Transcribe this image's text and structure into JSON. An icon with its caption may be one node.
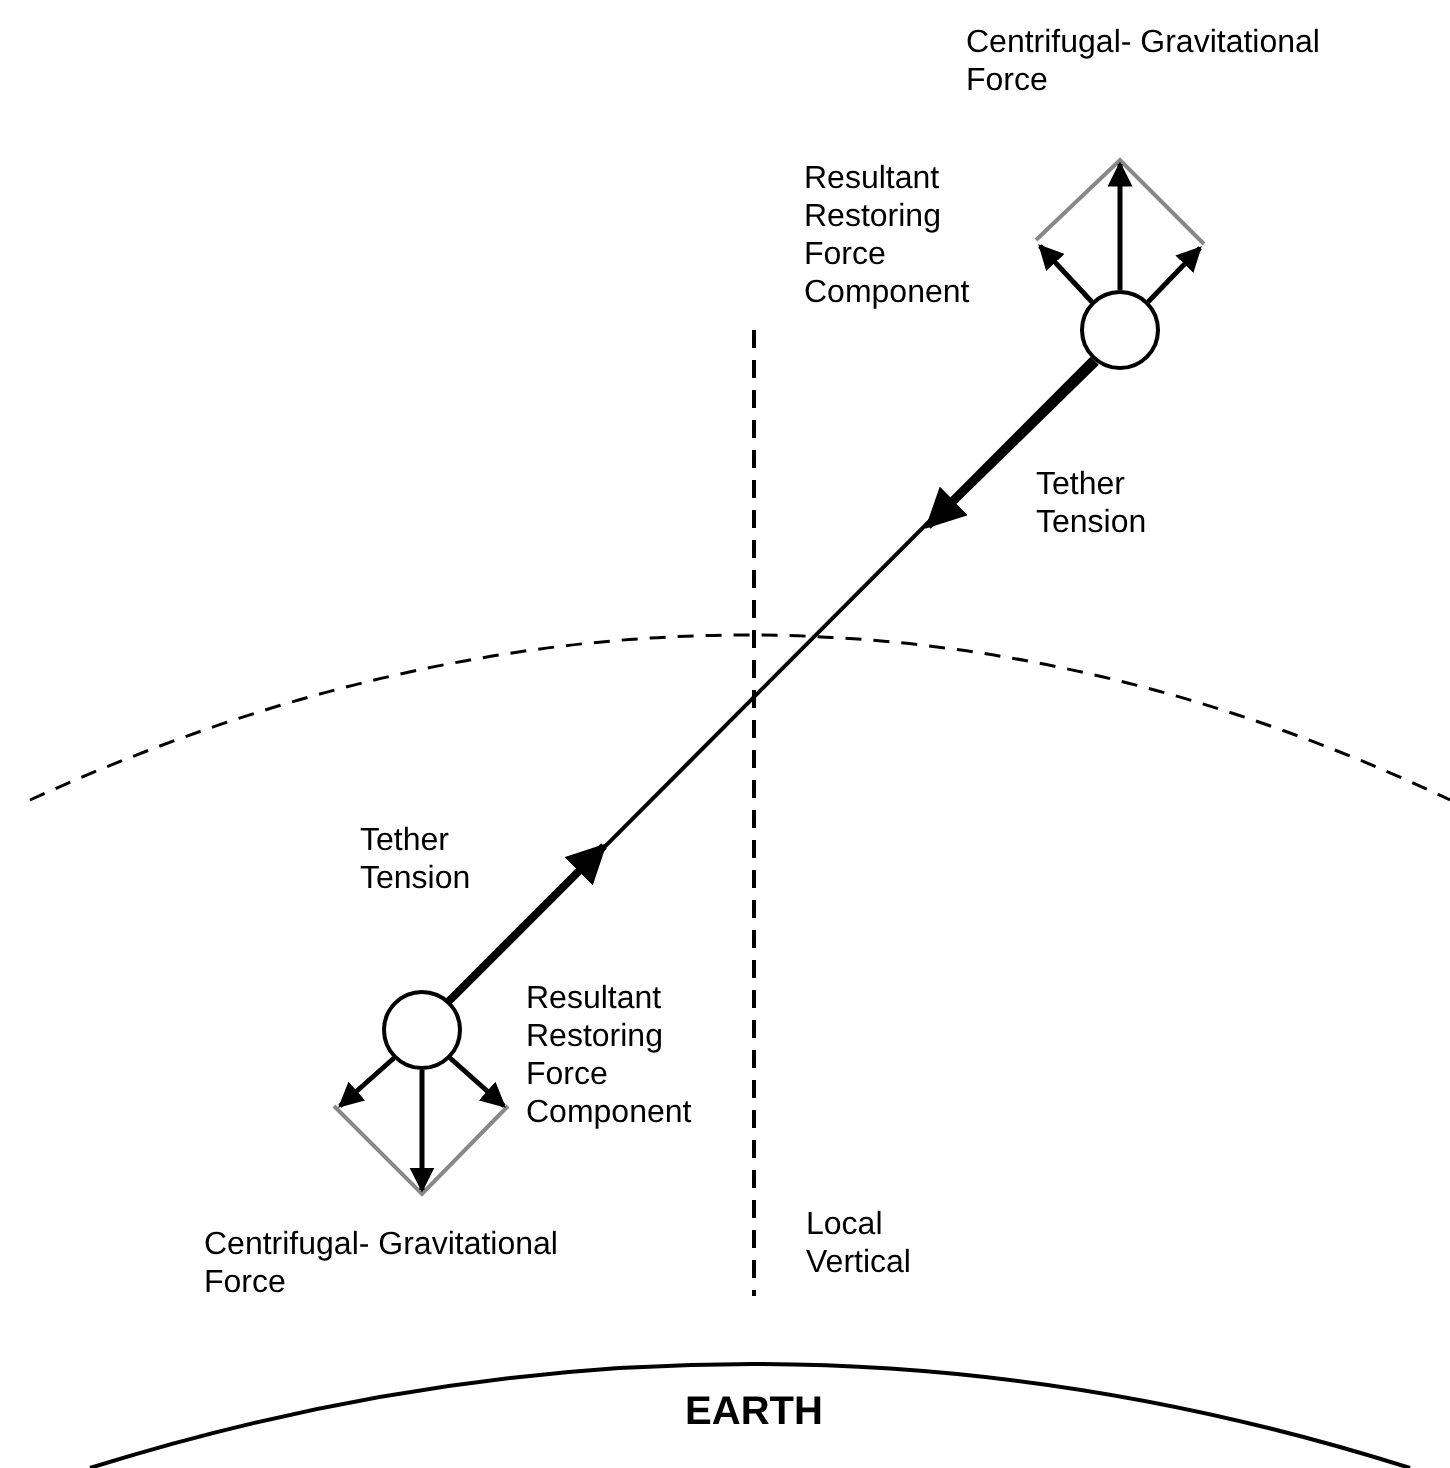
{
  "diagram": {
    "nodes": [
      {
        "text": [],
        "shape": "circle"
      },
      {
        "text": [],
        "shape": "circle"
      }
    ],
    "edges": [
      {
        "from": 0,
        "to": 1,
        "arrow": "none"
      }
    ],
    "labels": [
      "Centrifugal- Gravitational Force",
      "Resultant Restoring Force Component",
      "Tether Tension",
      "Tether Tension",
      "Resultant Restoring Force Component",
      "Centrifugal- Gravitational Force",
      "Local Vertical",
      "EARTH"
    ]
  }
}
